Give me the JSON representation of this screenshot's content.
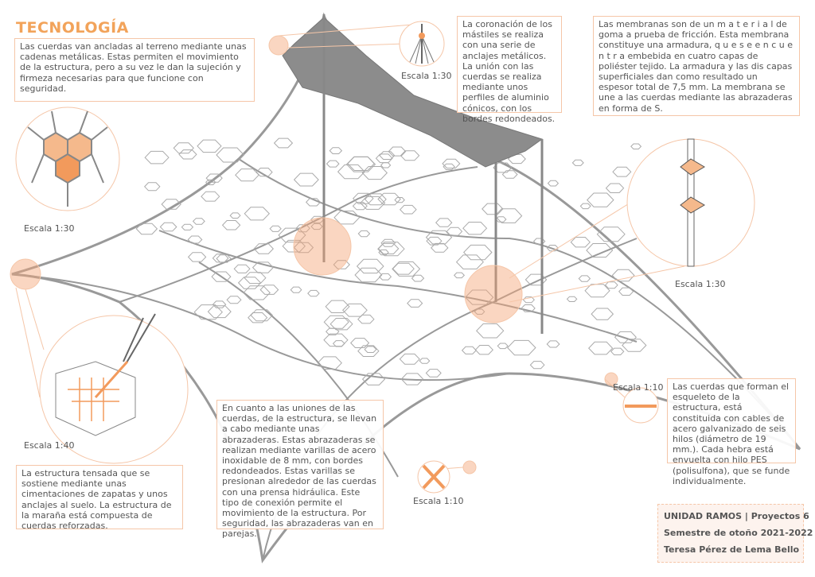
{
  "title": "TECNOLOGÍA",
  "notes": {
    "anchors": "Las cuerdas van ancladas al terreno mediante unas cadenas metálicas. Estas permiten el movimiento de la estructura, pero a su vez le dan la sujeción y firmeza necesarias para que funcione con seguridad.",
    "masts": "La coronación de los mástiles se realiza con una serie de anclajes metálicos. La unión con las cuerdas se realiza mediante unos perfiles de aluminio cónicos, con los bordes redondeados.",
    "membranes": "Las membranas son de un m a t e r i a l de goma a prueba de fricción. Esta membrana constituye una armadura, q u e s e e n c u e n t r a embebida en cuatro capas de poliéster tejido. La armadura y las dis capas superficiales dan como resultado un espesor total de 7,5 mm. La membrana se une a las cuerdas mediante las abrazaderas en forma de S.",
    "cables": "Las cuerdas que forman el esqueleto de la estructura, está constituida con cables de acero galvanizado de seis hilos (diámetro de 19 mm.). Cada hebra está envuelta con hilo PES (polisulfona), que se funde individualmente.",
    "clamps": "En cuanto a las uniones de las cuerdas, de la estructura, se llevan a cabo mediante unas abrazaderas. Estas abrazaderas se realizan mediante varillas de acero inoxidable de 8 mm, con bordes redondeados. Estas varillas se presionan alrededor de las cuerdas con una prensa hidráulica. Este tipo de conexión permite el movimiento de la estructura. Por seguridad, las abrazaderas van en parejas.",
    "foundation": "La estructura tensada que se sostiene mediante unas cimentaciones de zapatas y unos anclajes al suelo. La estructura de la maraña está compuesta de cuerdas reforzadas."
  },
  "scales": {
    "hex": "Escala 1:30",
    "mast": "Escala 1:30",
    "membrane": "Escala 1:30",
    "foundation": "Escala 1:40",
    "cable": "Escala 1:10",
    "clamp": "Escala 1:10"
  },
  "footer": {
    "line1": "UNIDAD RAMOS | Proyectos 6",
    "line2": "Semestre de otoño 2021-2022",
    "line3": "Teresa Pérez de Lema Bello"
  },
  "colors": {
    "accent": "#f2a35a",
    "structure": "#8a8a8a",
    "highlight": "#f5c6a8"
  }
}
